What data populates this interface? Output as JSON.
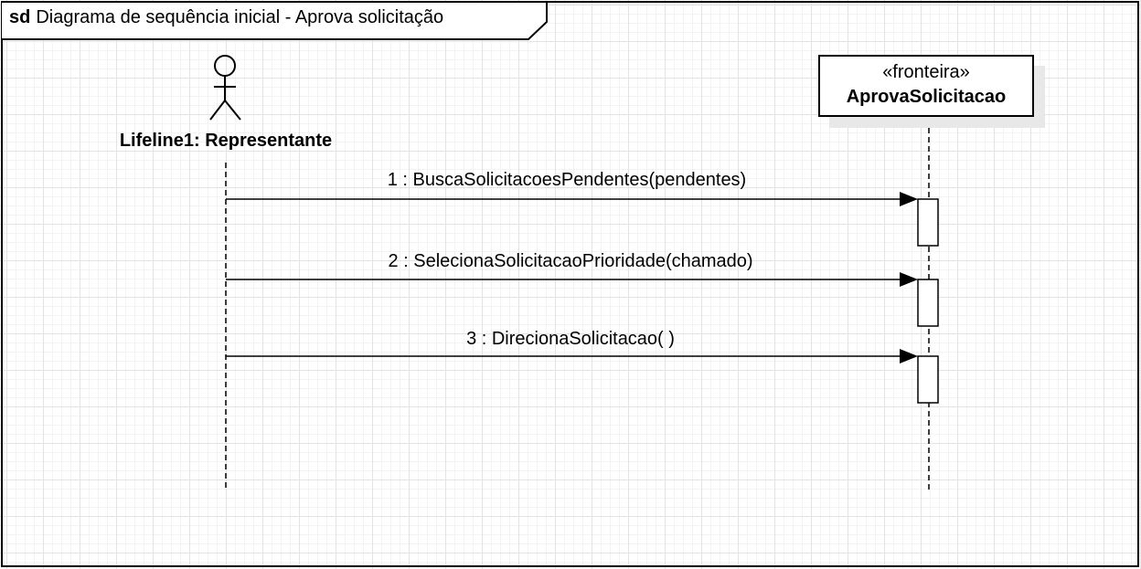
{
  "frame": {
    "keyword": "sd",
    "title": "Diagrama de sequência inicial - Aprova solicitação"
  },
  "actor": {
    "label": "Lifeline1: Representante"
  },
  "boundary": {
    "stereotype": "«fronteira»",
    "name": "AprovaSolicitacao"
  },
  "messages": [
    {
      "label": "1 : BuscaSolicitacoesPendentes(pendentes)"
    },
    {
      "label": "2 : SelecionaSolicitacaoPrioridade(chamado)"
    },
    {
      "label": "3 : DirecionaSolicitacao( )"
    }
  ]
}
